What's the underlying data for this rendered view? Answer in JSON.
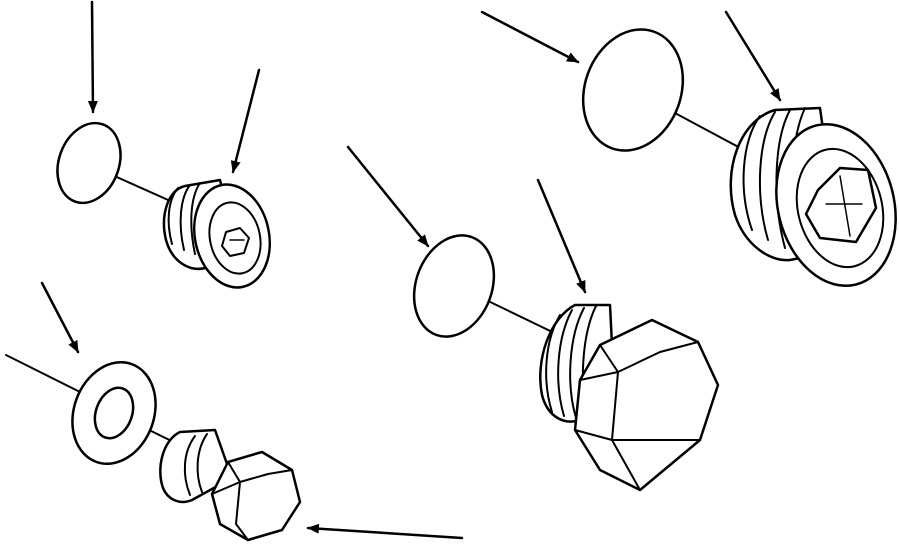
{
  "diagram": {
    "kind": "exploded parts view",
    "colors": {
      "ink": "#000000",
      "paper": "#ffffff"
    },
    "assemblies": [
      {
        "name": "socket-head-plug-small",
        "parts": [
          "o-ring",
          "plug"
        ],
        "pointer_arrows": 2
      },
      {
        "name": "socket-head-plug-large",
        "parts": [
          "o-ring",
          "plug"
        ],
        "pointer_arrows": 2
      },
      {
        "name": "hex-head-plug-large",
        "parts": [
          "o-ring",
          "plug"
        ],
        "pointer_arrows": 2
      },
      {
        "name": "hex-head-plug-small",
        "parts": [
          "washer",
          "plug"
        ],
        "pointer_arrows": 2
      }
    ]
  }
}
